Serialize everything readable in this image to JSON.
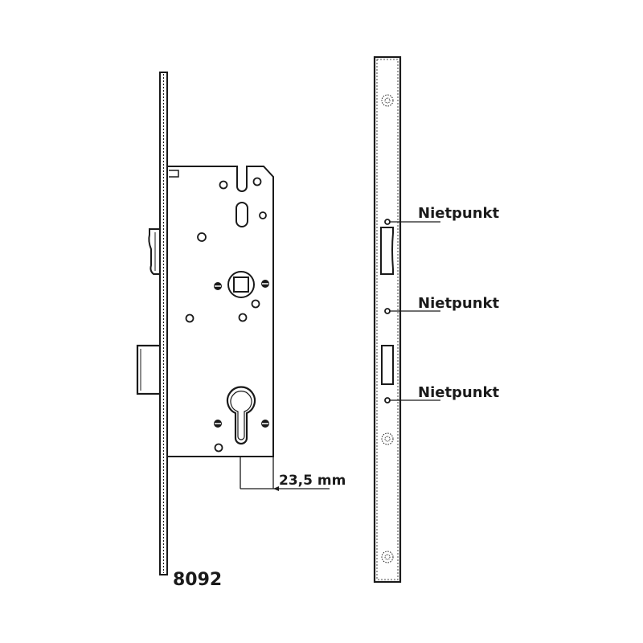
{
  "diagram": {
    "model_number": "8092",
    "dimension_label": "23,5 mm",
    "callouts": [
      {
        "label": "Nietpunkt"
      },
      {
        "label": "Nietpunkt"
      },
      {
        "label": "Nietpunkt"
      }
    ],
    "colors": {
      "line": "#1a1a1a",
      "background": "#ffffff"
    }
  }
}
